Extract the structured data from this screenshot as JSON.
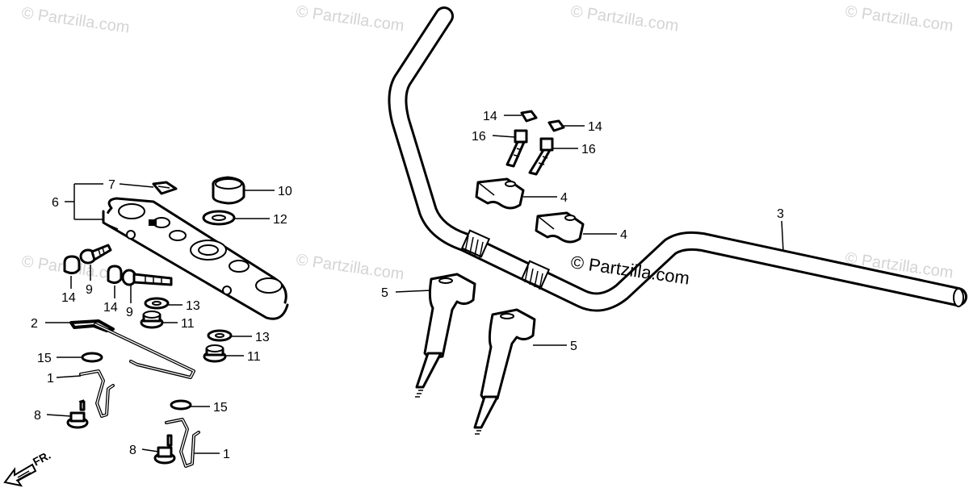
{
  "watermark": "© Partzilla.com",
  "front_marker": "FR.",
  "callouts": [
    {
      "key": "c7",
      "label": "7"
    },
    {
      "key": "c6",
      "label": "6"
    },
    {
      "key": "c10",
      "label": "10"
    },
    {
      "key": "c12",
      "label": "12"
    },
    {
      "key": "c14a",
      "label": "14"
    },
    {
      "key": "c9a",
      "label": "9"
    },
    {
      "key": "c14b",
      "label": "14"
    },
    {
      "key": "c9b",
      "label": "9"
    },
    {
      "key": "c13a",
      "label": "13"
    },
    {
      "key": "c11a",
      "label": "11"
    },
    {
      "key": "c2",
      "label": "2"
    },
    {
      "key": "c13b",
      "label": "13"
    },
    {
      "key": "c11b",
      "label": "11"
    },
    {
      "key": "c15a",
      "label": "15"
    },
    {
      "key": "c1a",
      "label": "1"
    },
    {
      "key": "c8a",
      "label": "8"
    },
    {
      "key": "c15b",
      "label": "15"
    },
    {
      "key": "c8b",
      "label": "8"
    },
    {
      "key": "c1b",
      "label": "1"
    },
    {
      "key": "c14c",
      "label": "14"
    },
    {
      "key": "c14d",
      "label": "14"
    },
    {
      "key": "c16a",
      "label": "16"
    },
    {
      "key": "c16b",
      "label": "16"
    },
    {
      "key": "c4a",
      "label": "4"
    },
    {
      "key": "c4b",
      "label": "4"
    },
    {
      "key": "c3",
      "label": "3"
    },
    {
      "key": "c5a",
      "label": "5"
    },
    {
      "key": "c5b",
      "label": "5"
    }
  ]
}
